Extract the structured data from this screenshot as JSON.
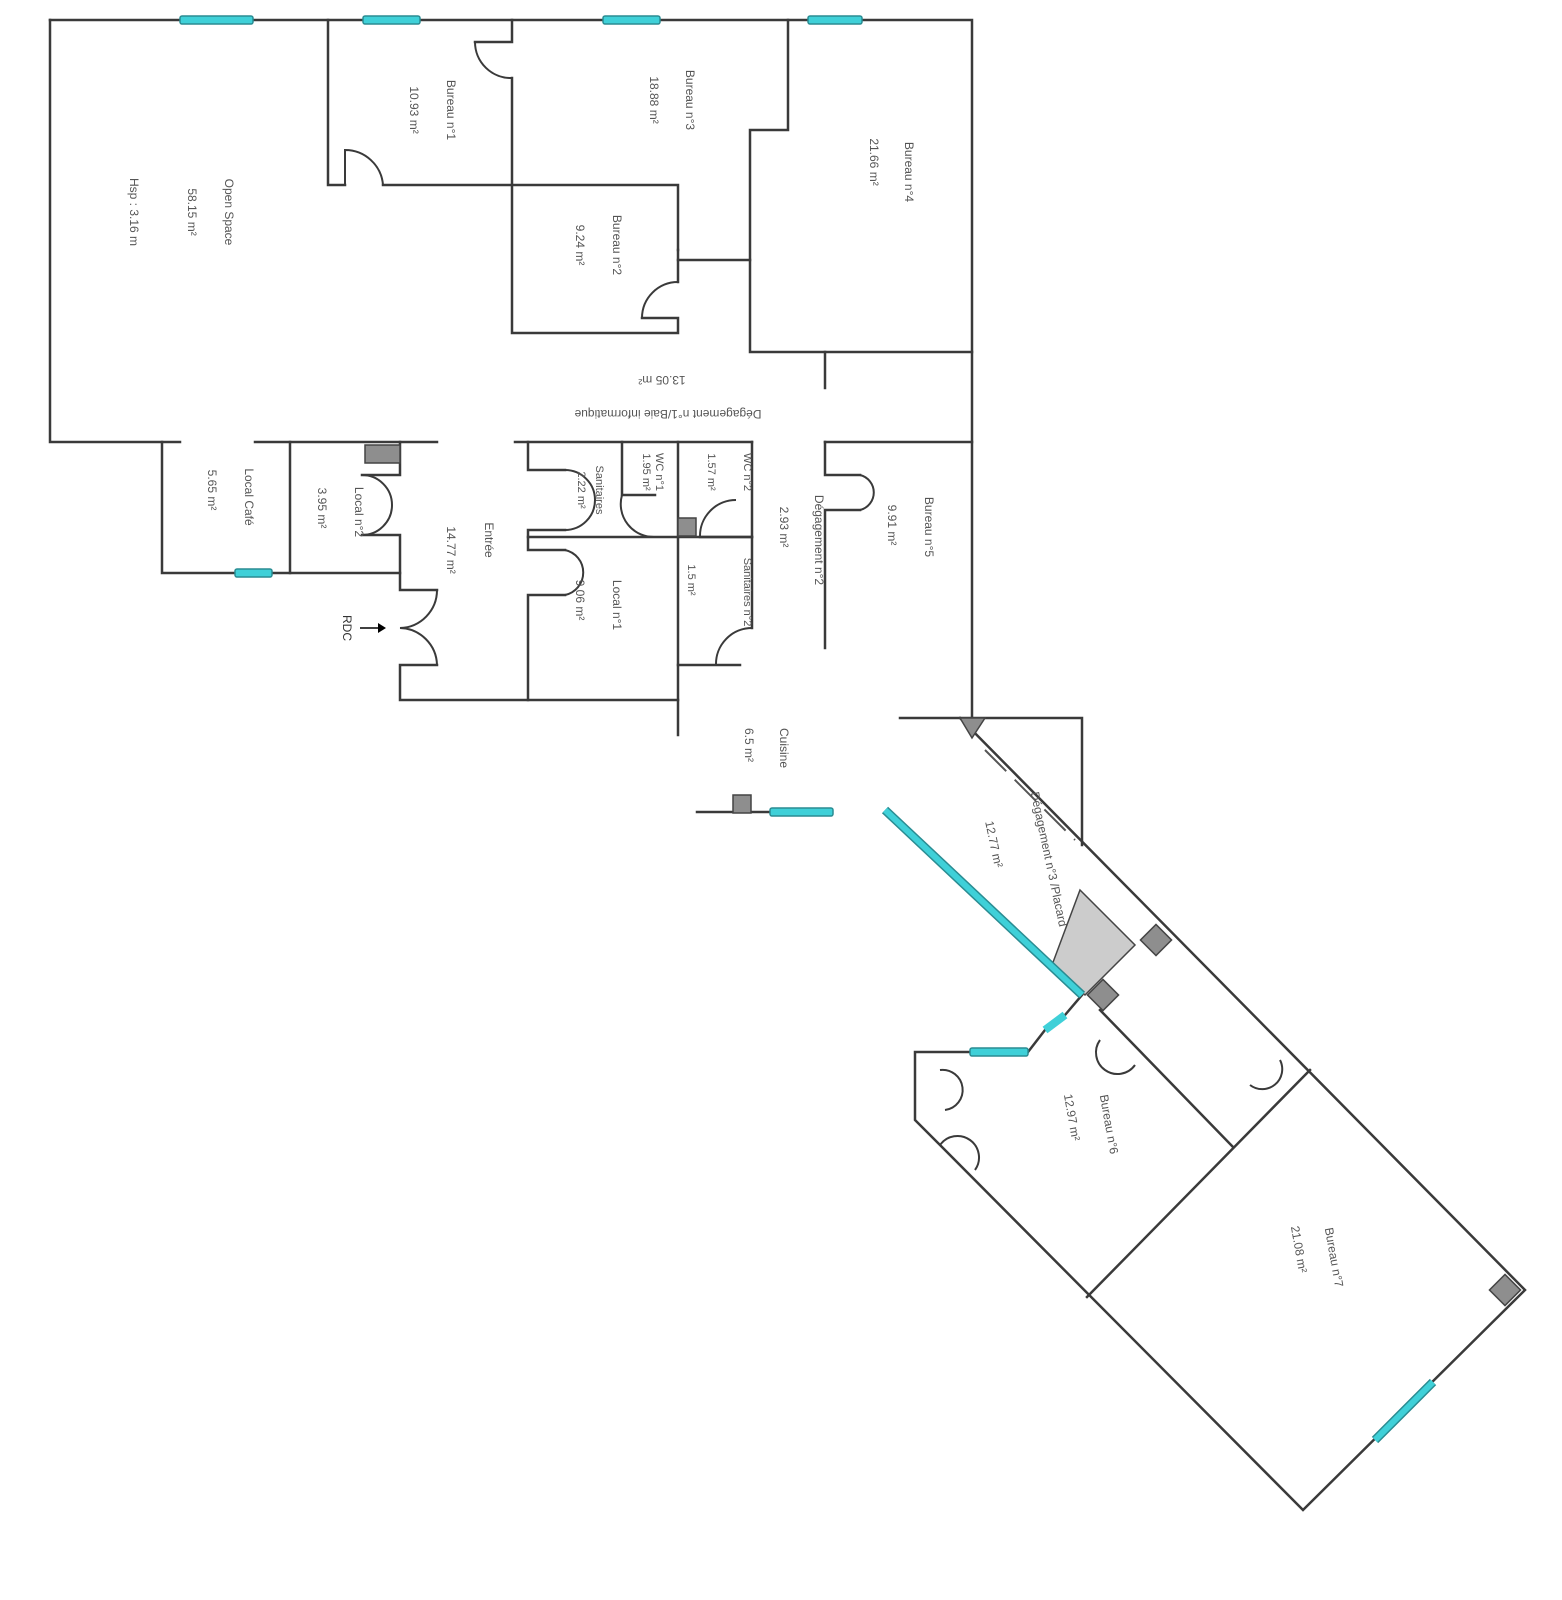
{
  "plan": {
    "rooms": [
      {
        "name": "Open Space",
        "area": "58.15 m²",
        "extra": "Hsp : 3.16 m"
      },
      {
        "name": "Bureau n°1",
        "area": "10.93 m²"
      },
      {
        "name": "Bureau n°3",
        "area": "18.88 m²"
      },
      {
        "name": "Bureau n°4",
        "area": "21.66 m²"
      },
      {
        "name": "Bureau n°2",
        "area": "9.24 m²"
      },
      {
        "name": "Dégagement n°1/Baie informatique",
        "area": "13.05 m²"
      },
      {
        "name": "Local Café",
        "area": "5.65 m²"
      },
      {
        "name": "Local n°2",
        "area": "3.95 m²"
      },
      {
        "name": "Entrée",
        "area": "14.77 m²"
      },
      {
        "name": "Sanitaires",
        "area": "2.22 m²"
      },
      {
        "name": "WC n°1",
        "area": "1.95 m²"
      },
      {
        "name": "WC n°2",
        "area": "1.57 m²"
      },
      {
        "name": "Local n°1",
        "area": "9.06 m²"
      },
      {
        "name": "Sanitaires n°2",
        "area": "1.5 m²"
      },
      {
        "name": "Dégagement n°2",
        "area": "2.93 m²"
      },
      {
        "name": "Bureau n°5",
        "area": "9.91 m²"
      },
      {
        "name": "Cuisine",
        "area": "6.5 m²"
      },
      {
        "name": "Dégagement n°3 /Placard",
        "area": "12.77 m²"
      },
      {
        "name": "Bureau n°6",
        "area": "12.97 m²"
      },
      {
        "name": "Bureau n°7",
        "area": "21.08 m²"
      }
    ],
    "entrance_label": "RDC",
    "colors": {
      "wall": "#3a3a3a",
      "window": "#3fd0d8",
      "column": "#8e8e8e"
    }
  }
}
